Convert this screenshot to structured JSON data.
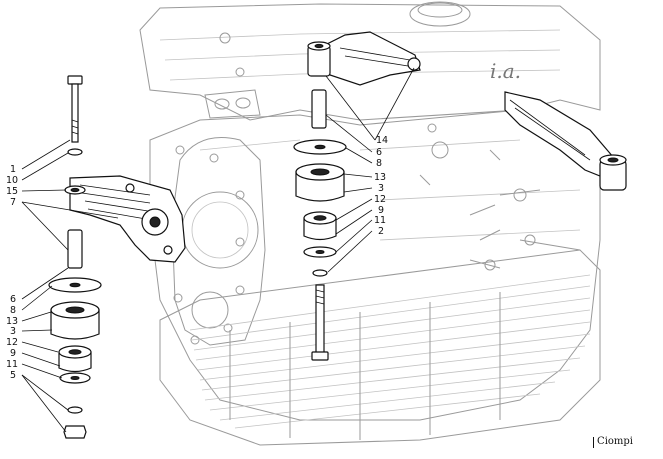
{
  "engine_text": "i.a.",
  "signature": "Ciompi",
  "callouts_left": [
    "1",
    "10",
    "15",
    "7",
    "6",
    "8",
    "13",
    "3",
    "12",
    "9",
    "11",
    "5"
  ],
  "callouts_right": [
    "14",
    "6",
    "8",
    "13",
    "3",
    "12",
    "9",
    "11",
    "2"
  ]
}
